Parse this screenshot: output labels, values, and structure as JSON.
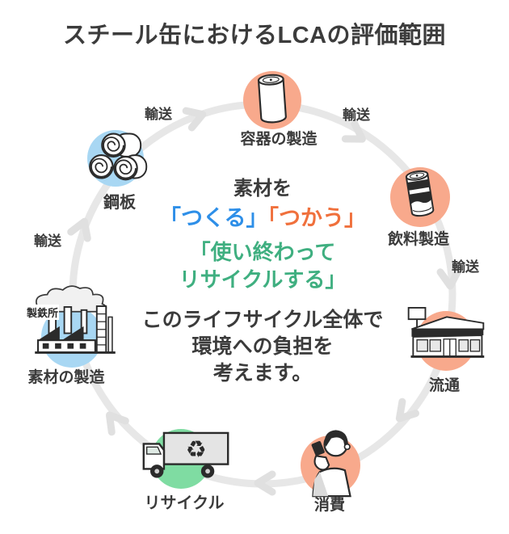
{
  "title": "スチール缶におけるLCAの評価範囲",
  "colors": {
    "node_orange": "#F8A98C",
    "node_blue": "#A8D7F3",
    "node_green": "#7FDCA2",
    "ring_gray": "#E7E7E7",
    "text_dark": "#3B3B3B",
    "make_blue": "#2E8FE8",
    "use_orange": "#F0703C",
    "recycle_green": "#3FAF80"
  },
  "transport_label": "輸送",
  "nodes": [
    {
      "label": "容器の製造",
      "icon": "empty-can-icon"
    },
    {
      "label": "飲料製造",
      "icon": "beverage-can-icon"
    },
    {
      "label": "流通",
      "icon": "store-icon"
    },
    {
      "label": "消費",
      "icon": "drinking-person-icon"
    },
    {
      "label": "リサイクル",
      "icon": "recycle-truck-icon",
      "recycle_glyph": "♻"
    },
    {
      "label": "素材の製造",
      "icon": "factory-icon",
      "badge": "製鉄所"
    },
    {
      "label": "鋼板",
      "icon": "steel-coils-icon"
    }
  ],
  "center": {
    "intro": "素材を",
    "make": "「つくる」",
    "use": "「つかう」",
    "end_line1": "「使い終わって",
    "end_line2": "リサイクルする」",
    "outro_line1": "このライフサイクル全体で",
    "outro_line2": "環境への負担を",
    "outro_line3": "考えます。"
  }
}
